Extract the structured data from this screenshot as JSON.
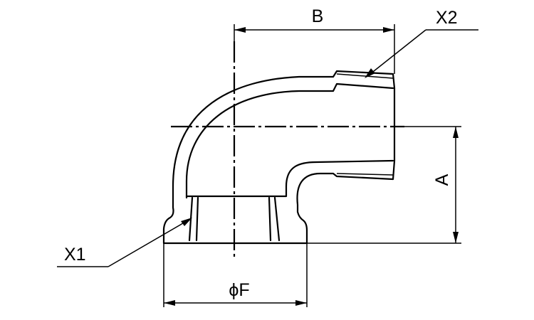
{
  "labels": {
    "b": "B",
    "a": "A",
    "f": "ϕF",
    "x1": "X1",
    "x2": "X2"
  }
}
